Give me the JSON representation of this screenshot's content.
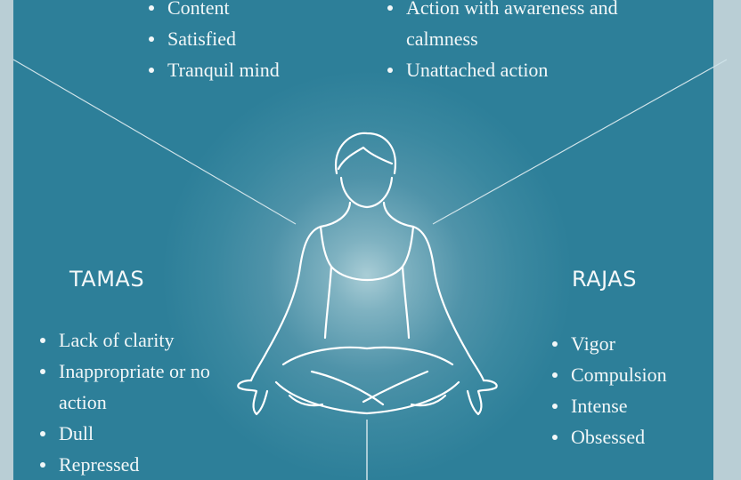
{
  "colors": {
    "background": "#2d7f99",
    "border": "#b9ced5",
    "text": "#f2f7f8",
    "glow": "#a9cdd6"
  },
  "sattva": {
    "items": [
      "Content",
      "Satisfied",
      "Tranquil mind"
    ]
  },
  "sattva_action": {
    "items": [
      "Action with awareness and calmness",
      "Unattached action"
    ]
  },
  "tamas": {
    "title": "TAMAS",
    "items": [
      "Lack of clarity",
      "Inappropriate or no action",
      "Dull",
      "Repressed"
    ]
  },
  "rajas": {
    "title": "RAJAS",
    "items": [
      "Vigor",
      "Compulsion",
      "Intense",
      "Obsessed"
    ]
  },
  "figure": {
    "icon": "meditating-person-icon"
  }
}
